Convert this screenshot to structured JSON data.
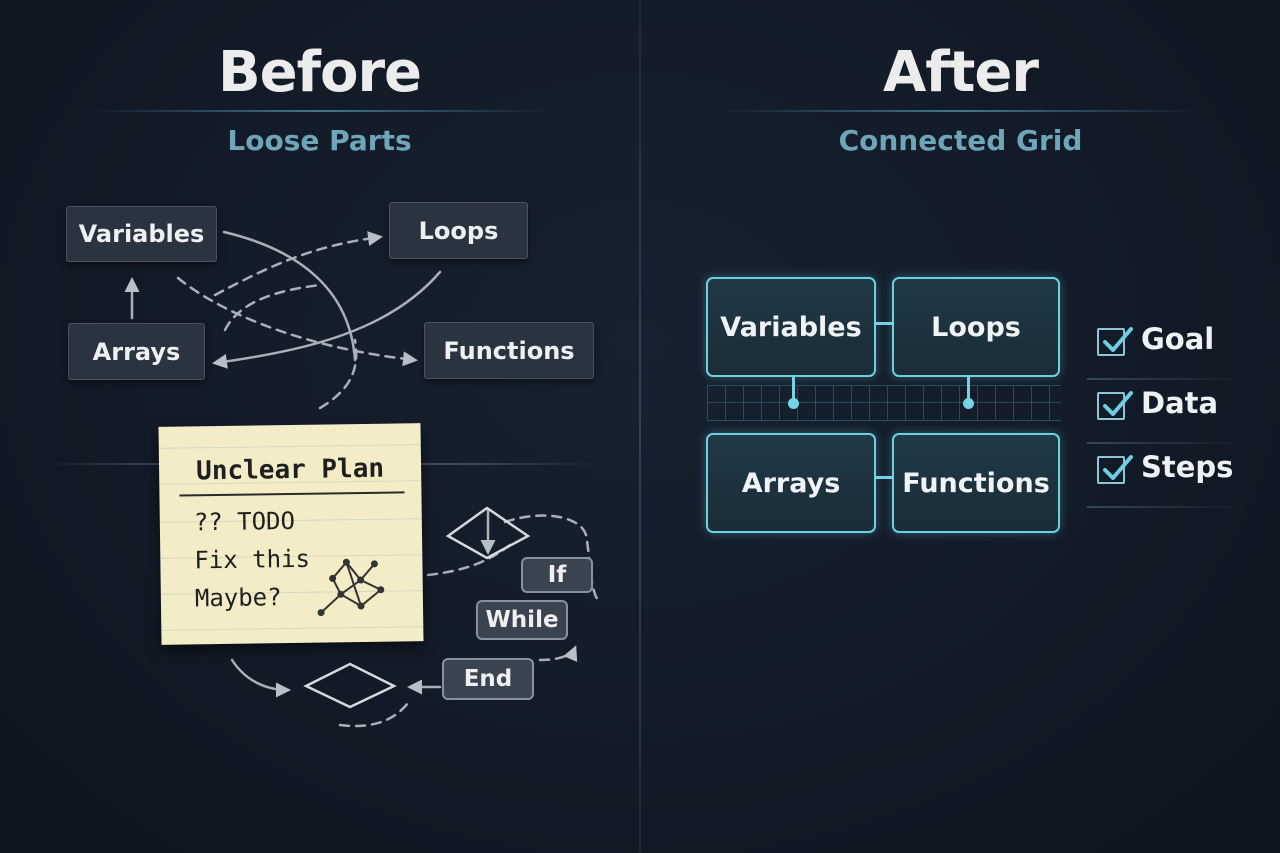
{
  "before": {
    "title": "Before",
    "subtitle": "Loose Parts",
    "nodes": [
      "Variables",
      "Loops",
      "Arrays",
      "Functions"
    ],
    "note": {
      "title": "Unclear Plan",
      "lines": [
        "?? TODO",
        "Fix this",
        "Maybe?"
      ]
    },
    "mini_nodes": [
      "If",
      "While",
      "End"
    ]
  },
  "after": {
    "title": "After",
    "subtitle": "Connected Grid",
    "nodes": [
      "Variables",
      "Loops",
      "Arrays",
      "Functions"
    ],
    "checklist": [
      "Goal",
      "Data",
      "Steps"
    ]
  },
  "colors": {
    "background": "#131b2a",
    "accent": "#6ccfe2",
    "subtitle": "#6fa5b8",
    "sticky_note": "#f3ecc7"
  }
}
